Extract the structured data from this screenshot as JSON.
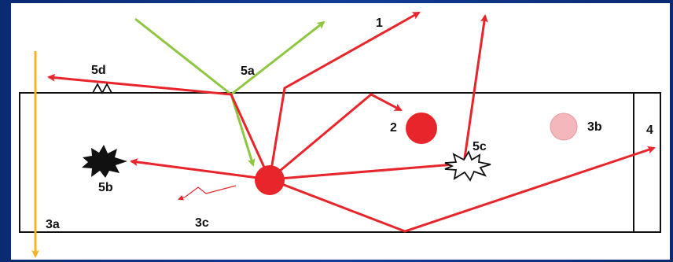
{
  "labels": {
    "l1": "1",
    "l2": "2",
    "l3a": "3a",
    "l3b": "3b",
    "l3c": "3c",
    "l4": "4",
    "l5a": "5a",
    "l5b": "5b",
    "l5c": "5c",
    "l5d": "5d"
  },
  "colors": {
    "background_border": "#0b2f7a",
    "panel": "#ffffff",
    "red_arrow": "#e8252a",
    "green_arrow": "#8ec641",
    "yellow_arrow": "#f5b324",
    "pink_dot": "#f4b7bb",
    "box_outline": "#111111"
  }
}
